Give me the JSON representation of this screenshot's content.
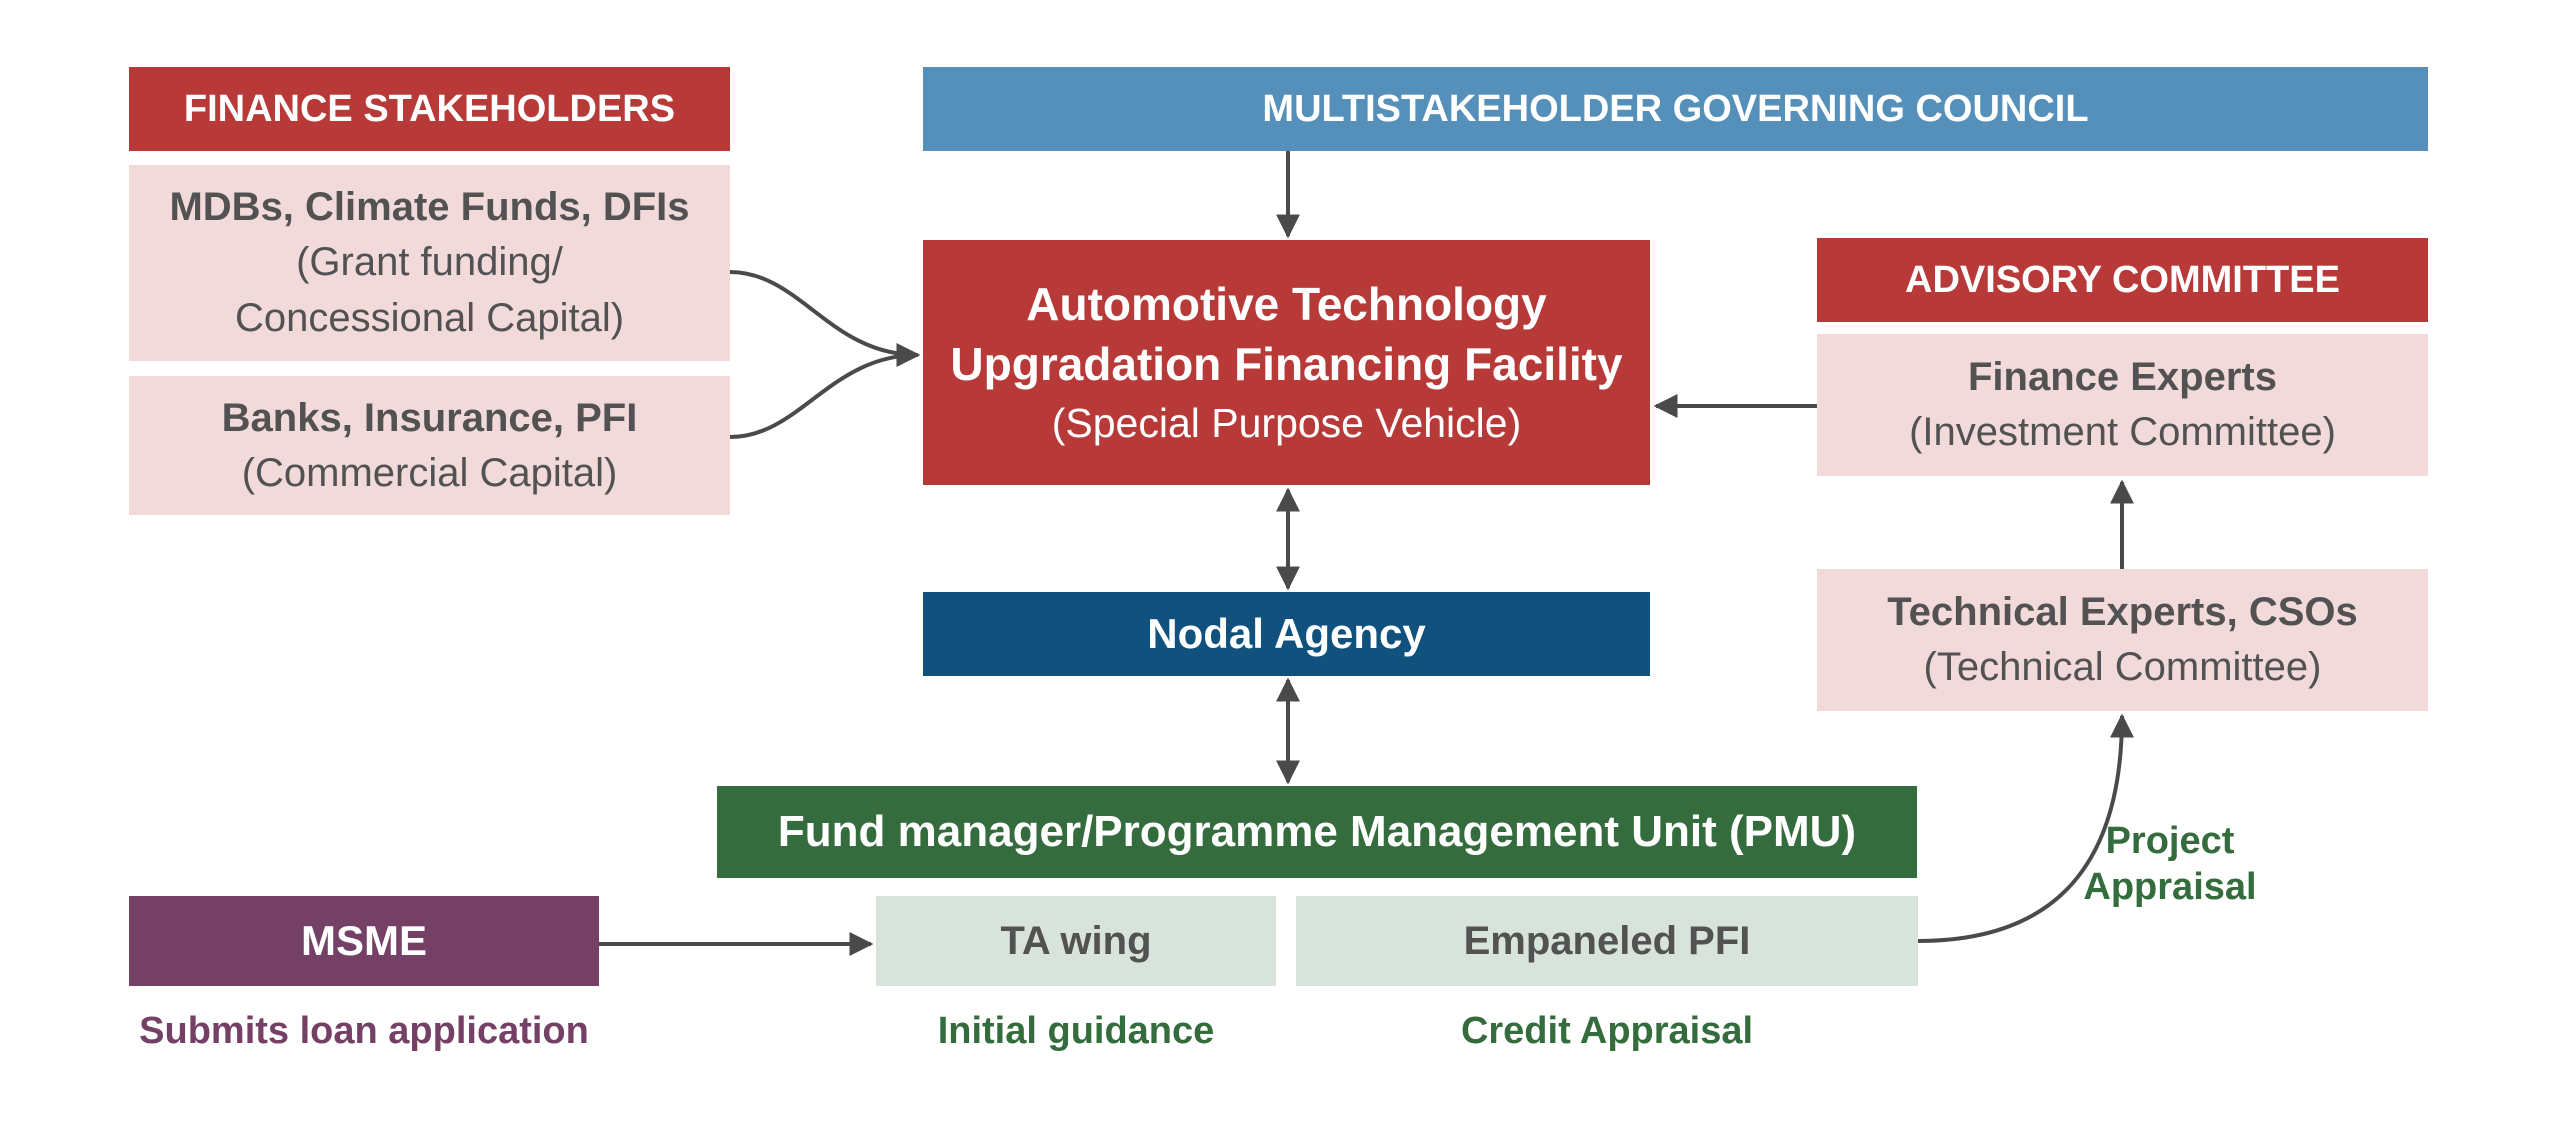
{
  "finance_stakeholders": {
    "header": "FINANCE STAKEHOLDERS",
    "group1": {
      "title": "MDBs, Climate Funds, DFIs",
      "line2": "(Grant funding/",
      "line3": "Concessional Capital)"
    },
    "group2": {
      "title": "Banks, Insurance, PFI",
      "line2": "(Commercial Capital)"
    }
  },
  "governing_council": {
    "label": "MULTISTAKEHOLDER GOVERNING COUNCIL"
  },
  "facility": {
    "line1": "Automotive Technology",
    "line2": "Upgradation Financing Facility",
    "line3": "(Special Purpose Vehicle)"
  },
  "advisory_committee": {
    "header": "ADVISORY COMMITTEE",
    "finance_experts": {
      "title": "Finance Experts",
      "sub": "(Investment Committee)"
    },
    "technical_experts": {
      "title": "Technical Experts, CSOs",
      "sub": "(Technical Committee)"
    }
  },
  "nodal_agency": {
    "label": "Nodal Agency"
  },
  "pmu": {
    "label": "Fund manager/Programme Management Unit (PMU)"
  },
  "msme": {
    "label": "MSME",
    "caption": "Submits loan application"
  },
  "ta_wing": {
    "label": "TA wing",
    "caption": "Initial guidance"
  },
  "empaneled_pfi": {
    "label": "Empaneled PFI",
    "caption": "Credit Appraisal"
  },
  "project_appraisal": {
    "line1": "Project",
    "line2": "Appraisal"
  },
  "colors": {
    "red": "#b73a39",
    "blue": "#5590ba",
    "navy": "#11517e",
    "green": "#356c3e",
    "purple": "#744066",
    "pink_fill": "#f2dada",
    "mint_fill": "#d8e3db",
    "arrow": "#4a4a4a"
  }
}
